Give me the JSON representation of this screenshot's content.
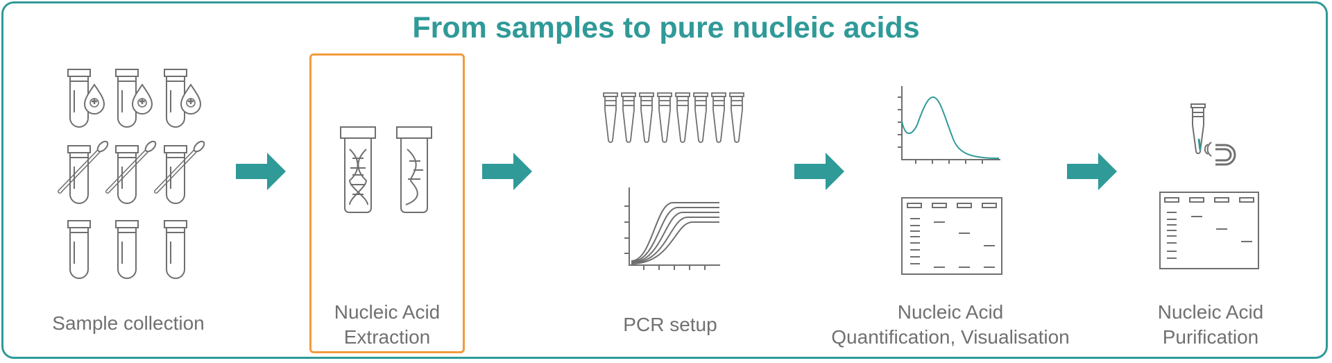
{
  "title": "From samples to pure nucleic acids",
  "steps": [
    {
      "id": "sample-collection",
      "lines": [
        "Sample collection"
      ]
    },
    {
      "id": "nucleic-acid-extraction",
      "lines": [
        "Nucleic Acid",
        "Extraction"
      ],
      "highlighted": true
    },
    {
      "id": "pcr-setup",
      "lines": [
        "PCR setup"
      ]
    },
    {
      "id": "quantification-visualisation",
      "lines": [
        "Nucleic Acid",
        "Quantification, Visualisation"
      ]
    },
    {
      "id": "purification",
      "lines": [
        "Nucleic Acid",
        "Purification"
      ]
    }
  ],
  "colors": {
    "accent": "#2f9a98",
    "highlight": "#f39a3c",
    "line_art": "#6f6f6f",
    "text": "#707070"
  },
  "icons": [
    "sample-tubes-icon",
    "dna-tubes-icon",
    "pcr-strip-icon",
    "amplification-curves-icon",
    "spectrum-peak-icon",
    "gel-icon",
    "magnet-tube-icon",
    "arrow-right-icon"
  ]
}
